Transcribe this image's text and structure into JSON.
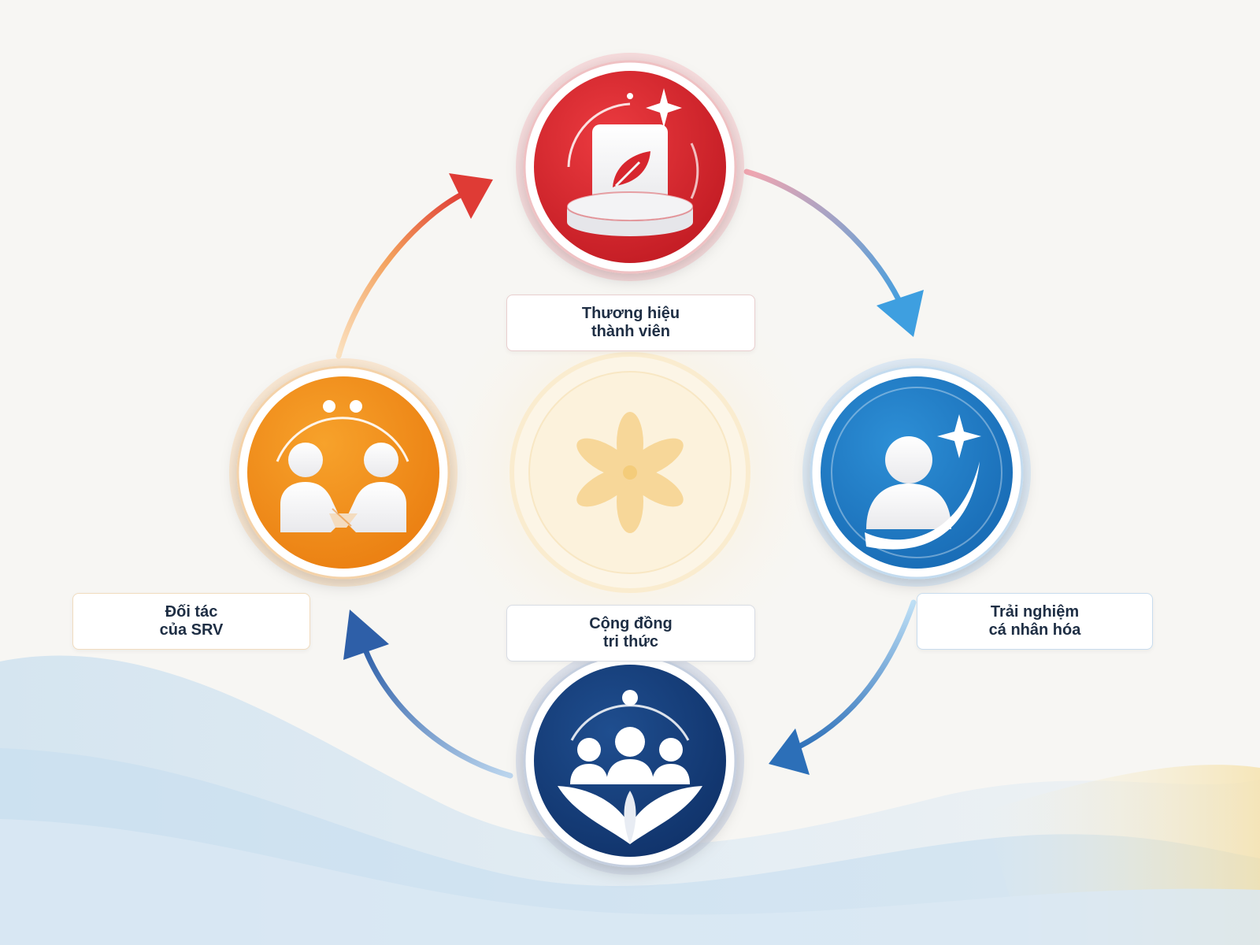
{
  "diagram": {
    "type": "cycle",
    "nodes": [
      {
        "id": "brand",
        "label_line1": "Thương hiệu",
        "label_line2": "thành viên",
        "color": "#d7262e",
        "icon": "leaf-box-pedestal-icon"
      },
      {
        "id": "personal",
        "label_line1": "Trải nghiệm",
        "label_line2": "cá nhân hóa",
        "color": "#1f78c4",
        "icon": "person-sparkle-icon"
      },
      {
        "id": "community",
        "label_line1": "Cộng đồng",
        "label_line2": "tri thức",
        "color": "#143d7a",
        "icon": "people-group-leaf-icon"
      },
      {
        "id": "partner",
        "label_line1": "Đối tác",
        "label_line2": "của SRV",
        "color": "#f08c1a",
        "icon": "handshake-icon"
      }
    ],
    "center": {
      "icon": "flower-icon",
      "color": "#f5cf85"
    },
    "edges": [
      {
        "from": "brand",
        "to": "personal"
      },
      {
        "from": "personal",
        "to": "community"
      },
      {
        "from": "community",
        "to": "partner"
      },
      {
        "from": "partner",
        "to": "brand"
      }
    ]
  }
}
